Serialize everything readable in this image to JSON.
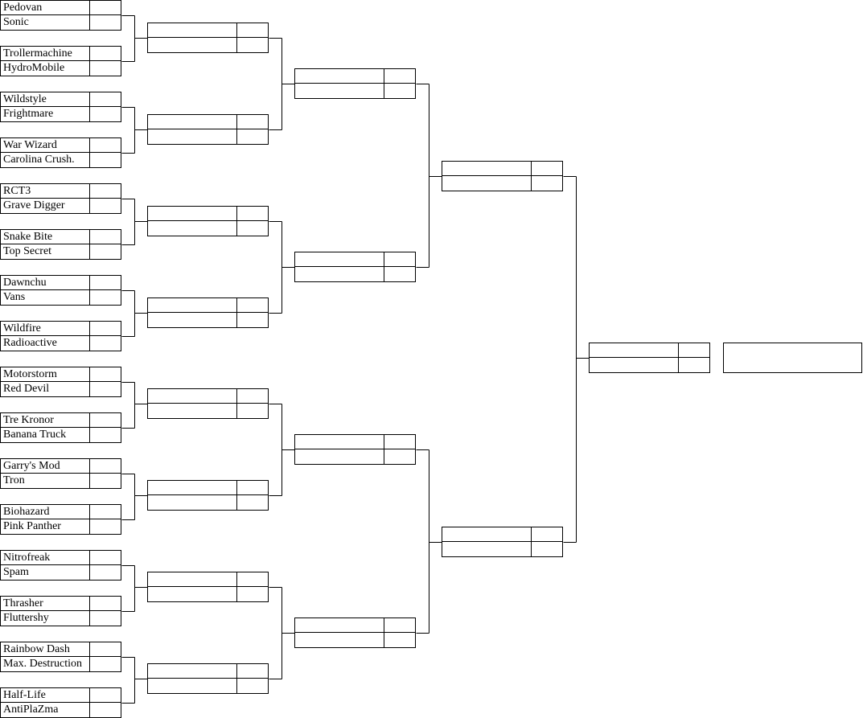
{
  "bracket": {
    "round1": [
      [
        "Pedovan",
        "Sonic"
      ],
      [
        "Trollermachine",
        "HydroMobile"
      ],
      [
        "Wildstyle",
        "Frightmare"
      ],
      [
        "War Wizard",
        "Carolina Crush."
      ],
      [
        "RCT3",
        "Grave Digger"
      ],
      [
        "Snake Bite",
        "Top Secret"
      ],
      [
        "Dawnchu",
        "Vans"
      ],
      [
        "Wildfire",
        "Radioactive"
      ],
      [
        "Motorstorm",
        "Red Devil"
      ],
      [
        "Tre Kronor",
        "Banana Truck"
      ],
      [
        "Garry's Mod",
        "Tron"
      ],
      [
        "Biohazard",
        "Pink Panther"
      ],
      [
        "Nitrofreak",
        "Spam"
      ],
      [
        "Thrasher",
        "Fluttershy"
      ],
      [
        "Rainbow Dash",
        "Max. Destruction"
      ],
      [
        "Half-Life",
        "AntiPlaZma"
      ]
    ],
    "round2": [
      [
        "",
        ""
      ],
      [
        "",
        ""
      ],
      [
        "",
        ""
      ],
      [
        "",
        ""
      ],
      [
        "",
        ""
      ],
      [
        "",
        ""
      ],
      [
        "",
        ""
      ],
      [
        "",
        ""
      ]
    ],
    "quarterfinals": [
      [
        "",
        ""
      ],
      [
        "",
        ""
      ],
      [
        "",
        ""
      ],
      [
        "",
        ""
      ]
    ],
    "semifinals": [
      [
        "",
        ""
      ],
      [
        "",
        ""
      ]
    ],
    "final": [
      [
        "",
        ""
      ]
    ],
    "champion": ""
  }
}
